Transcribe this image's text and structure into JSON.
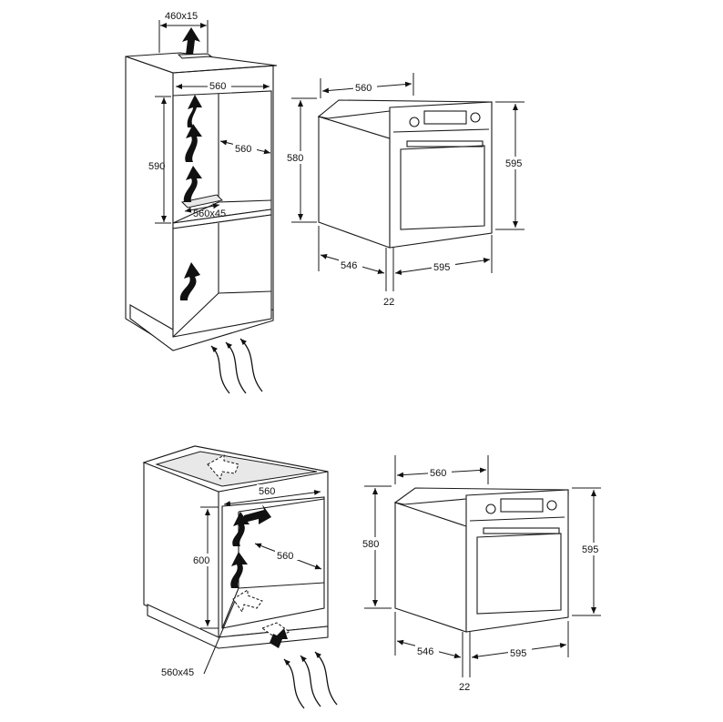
{
  "top_installation": {
    "cabinet_dims": {
      "top_vent": "460x15",
      "inner_width": "560",
      "inner_depth": "560",
      "inner_height": "590",
      "bottom_vent": "560x45"
    },
    "oven_dims": {
      "width_top": "560",
      "height_body": "580",
      "height_front": "595",
      "depth": "546",
      "front_width": "595",
      "front_thickness": "22"
    }
  },
  "bottom_installation": {
    "cabinet_dims": {
      "inner_width": "560",
      "inner_depth": "560",
      "inner_height": "600",
      "vent": "560x45"
    },
    "oven_dims": {
      "width_top": "560",
      "height_body": "580",
      "height_front": "595",
      "depth": "546",
      "front_width": "595",
      "front_thickness": "22"
    }
  }
}
